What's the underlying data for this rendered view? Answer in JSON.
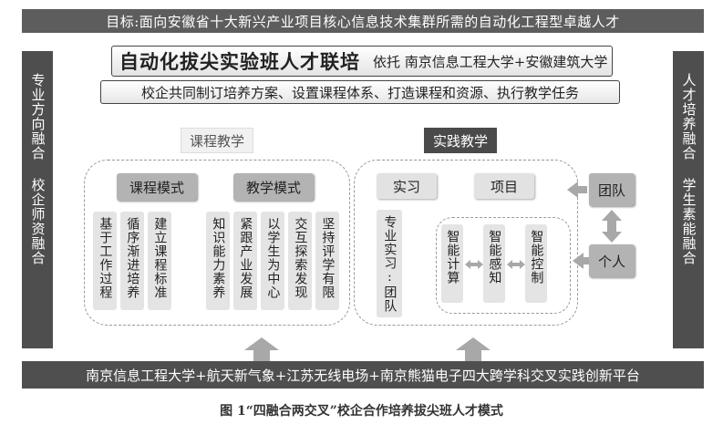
{
  "top_banner": "目标:面向安徽省十大新兴产业项目核心信息技术集群所需的自动化工程型卓越人才",
  "left_column": "专业方向融合 校企师资融合",
  "right_column": "人才培养融合 学生素能融合",
  "title": {
    "main": "自动化拔尖实验班人才联培",
    "sub": "依托 南京信息工程大学+安徽建筑大学"
  },
  "subtitle_bar": "校企共同制订培养方案、设置课程体系、打造课程和资源、执行教学任务",
  "course_section": {
    "label": "课程教学",
    "course_mode": {
      "label": "课程模式",
      "items": [
        "基于工作过程",
        "循序渐进培养",
        "建立课程标准"
      ]
    },
    "teaching_mode": {
      "label": "教学模式",
      "items": [
        "知识能力素养",
        "紧跟产业发展",
        "以学生为中心",
        "交互探索发现",
        "坚持评学有限"
      ]
    }
  },
  "practice_section": {
    "label": "实践教学",
    "internship": {
      "label": "实习",
      "detail": "专业实习:团队"
    },
    "project": {
      "label": "项目",
      "items": [
        "智能计算",
        "智能感知",
        "智能控制"
      ]
    }
  },
  "team_label": "团队",
  "individual_label": "个人",
  "bottom_bar": "南京信息工程大学+航天新气象+江苏无线电场+南京熊猫电子四大跨学科交叉实践创新平台",
  "caption": "图 1“四融合两交叉”校企合作培养拔尖班人才模式",
  "colors": {
    "dark_bar": "#4f4f4f",
    "mid_gray": "#b3b3b3",
    "light_gray": "#e2e2e2",
    "arrow": "#a8a8a8"
  }
}
